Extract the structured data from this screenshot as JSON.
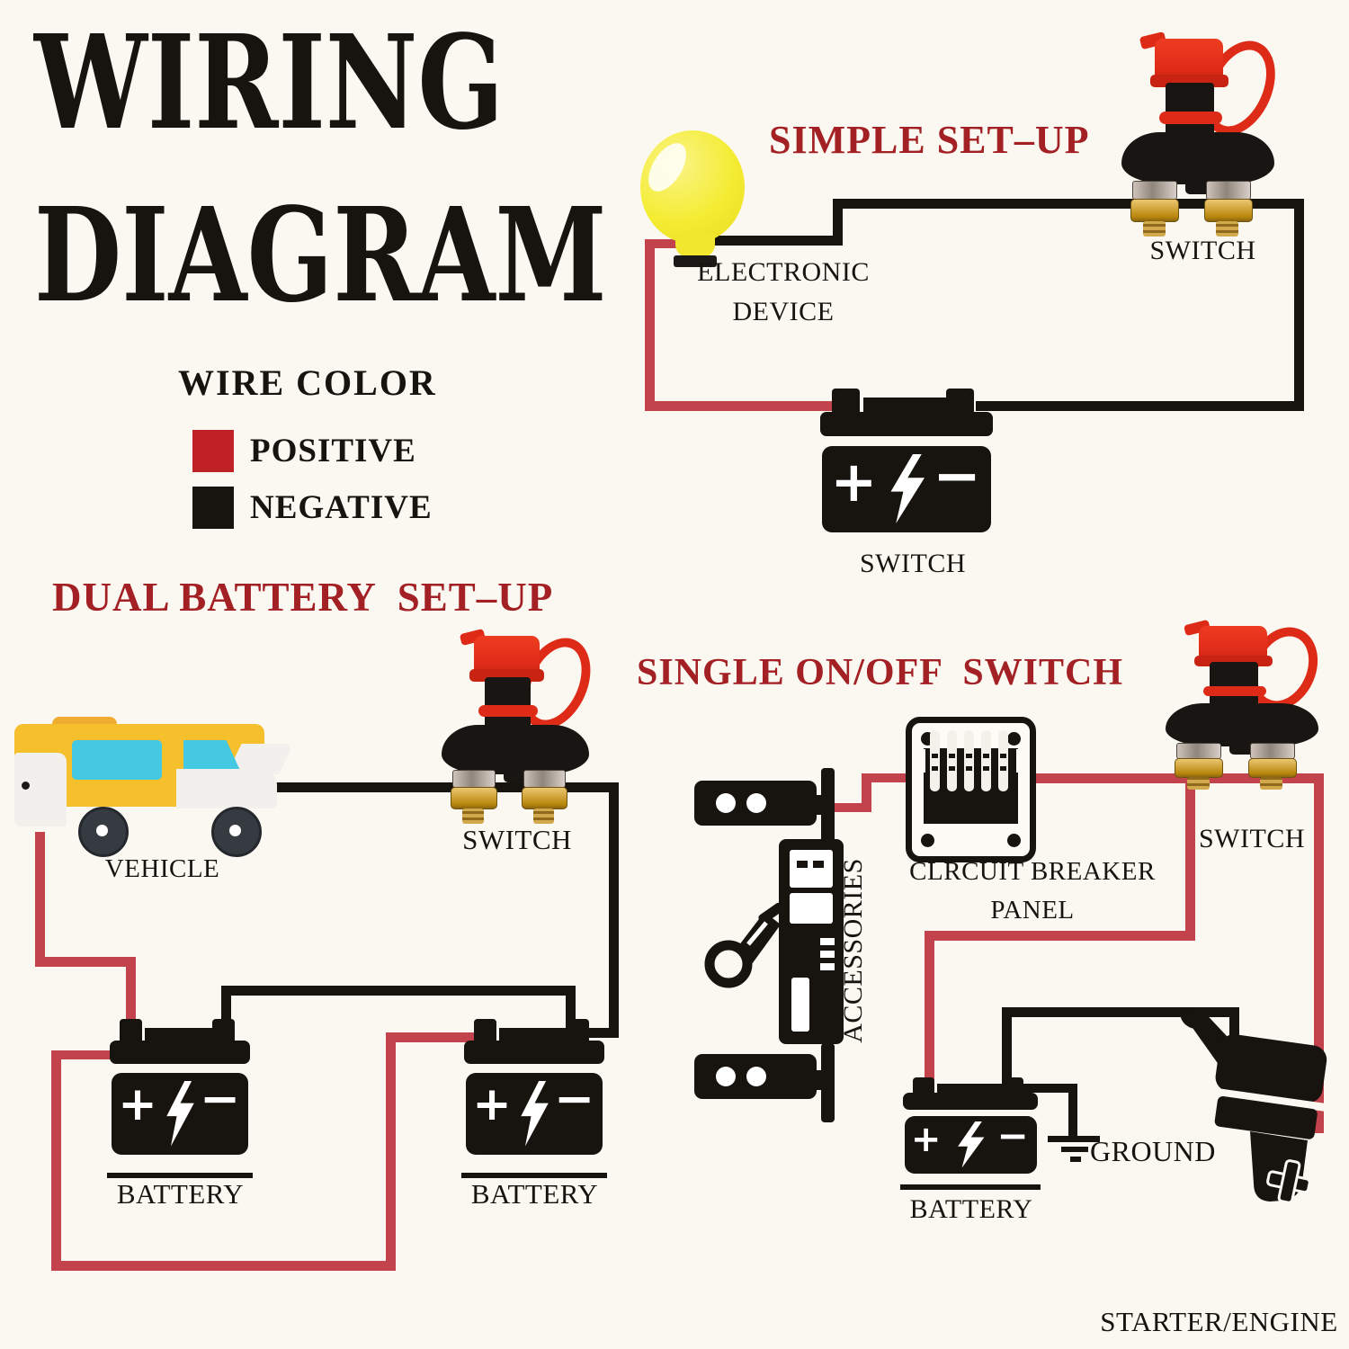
{
  "title": {
    "line1": "WIRING",
    "line2": "DIAGRAM"
  },
  "legend": {
    "heading": "WIRE COLOR",
    "positive_label": "POSITIVE",
    "negative_label": "NEGATIVE"
  },
  "colors": {
    "positive_wire": "#c2434b",
    "negative_wire": "#17140f",
    "legend_positive": "#bf2127",
    "legend_negative": "#17140f",
    "section_title_red": "#a32024",
    "background": "#fbf8f1",
    "switch_cap_red": "#de2b18",
    "terminal_gold": "#c9992f",
    "bulb_yellow": "#f4ec33",
    "vehicle_yellow": "#f5c02c",
    "vehicle_window_blue": "#45c8e2"
  },
  "sections": {
    "simple": {
      "title": "SIMPLE SET–UP",
      "device_label_line1": "ELECTRONIC",
      "device_label_line2": "DEVICE",
      "switch_label": "SWITCH",
      "battery_label": "SWITCH"
    },
    "dual": {
      "title": "DUAL BATTERY  SET–UP",
      "vehicle_label": "VEHICLE",
      "switch_label": "SWITCH",
      "battery_left_label": "BATTERY",
      "battery_right_label": "BATTERY"
    },
    "single": {
      "title": "SINGLE ON/OFF  SWITCH",
      "accessories_label": "ACCESSORIES",
      "breaker_label_line1": "CLRCUIT BREAKER",
      "breaker_label_line2": "PANEL",
      "switch_label": "SWITCH",
      "battery_label": "BATTERY",
      "ground_label": "GROUND",
      "engine_label": "STARTER/ENGINE"
    }
  },
  "battery_icon": {
    "plus": "+",
    "minus": "−"
  }
}
